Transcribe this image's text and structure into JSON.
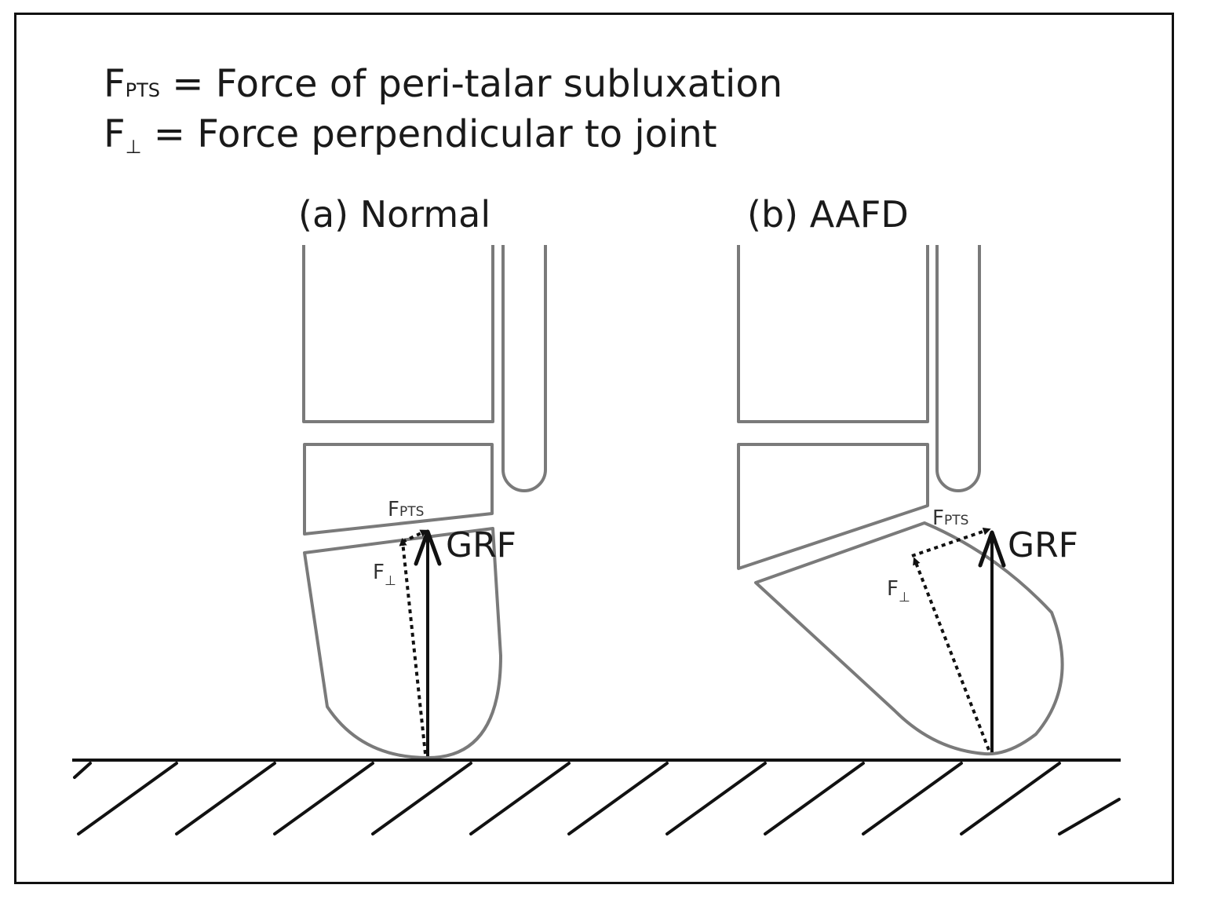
{
  "legend": {
    "line1": {
      "symbol": "F",
      "sub": "PTS",
      "text": " = Force of peri-talar subluxation"
    },
    "line2": {
      "symbol": "F",
      "sub": "⊥",
      "text": " = Force perpendicular to joint"
    }
  },
  "panels": [
    {
      "title": "(a) Normal",
      "fpts_symbol": "F",
      "fpts_sub": "PTS",
      "fperp_symbol": "F",
      "fperp_sub": "⊥",
      "grf_label": "GRF"
    },
    {
      "title": "(b) AAFD",
      "fpts_symbol": "F",
      "fpts_sub": "PTS",
      "fperp_symbol": "F",
      "fperp_sub": "⊥",
      "grf_label": "GRF"
    }
  ],
  "colors": {
    "bone_outline": "#7a7a7a",
    "line": "#111111",
    "background": "#ffffff"
  }
}
